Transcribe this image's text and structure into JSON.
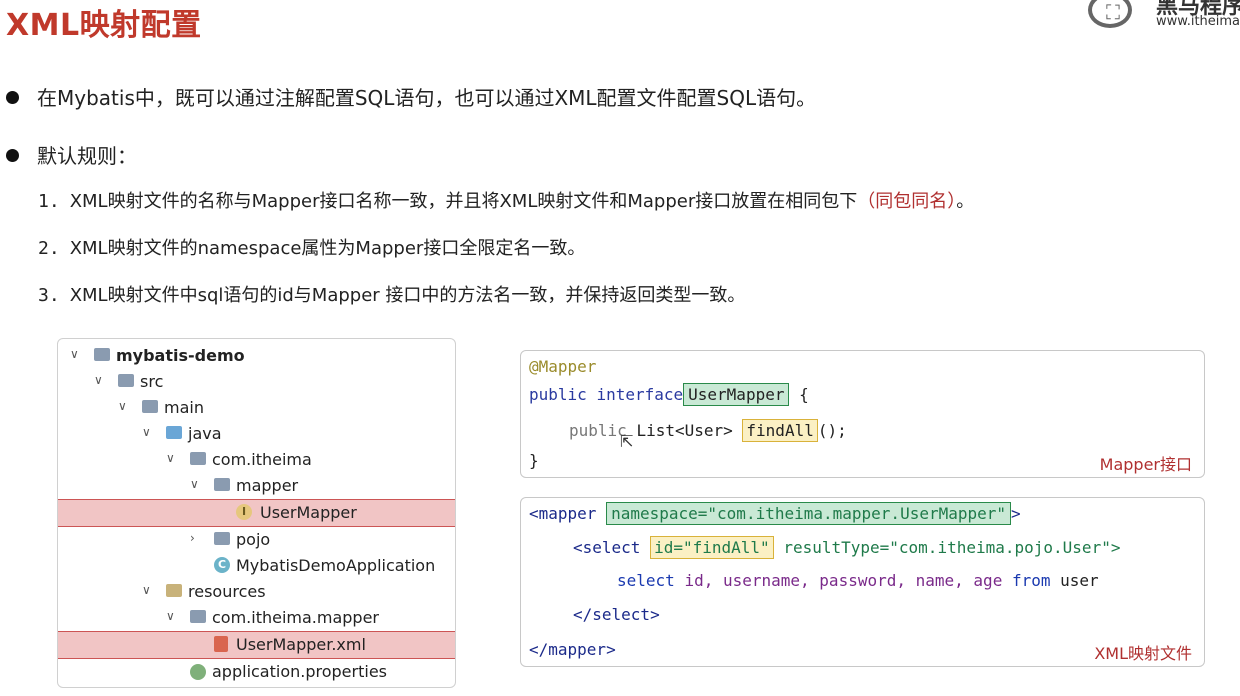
{
  "title": "XML映射配置",
  "logo": {
    "cn": "黑马程序员",
    "url": "www.itheima.com"
  },
  "bullets": {
    "b1": "在Mybatis中，既可以通过注解配置SQL语句，也可以通过XML配置文件配置SQL语句。",
    "b2": "默认规则："
  },
  "rules": [
    {
      "num": "1.",
      "text": "XML映射文件的名称与Mapper接口名称一致，并且将XML映射文件和Mapper接口放置在相同包下",
      "red": "（同包同名）",
      "tail": "。"
    },
    {
      "num": "2.",
      "text": "XML映射文件的namespace属性为Mapper接口全限定名一致。"
    },
    {
      "num": "3.",
      "text": "XML映射文件中sql语句的id与Mapper 接口中的方法名一致，并保持返回类型一致。"
    }
  ],
  "tree": {
    "items": [
      {
        "label": "mybatis-demo"
      },
      {
        "label": "src"
      },
      {
        "label": "main"
      },
      {
        "label": "java"
      },
      {
        "label": "com.itheima"
      },
      {
        "label": "mapper"
      },
      {
        "label": "UserMapper"
      },
      {
        "label": "pojo"
      },
      {
        "label": "MybatisDemoApplication"
      },
      {
        "label": "resources"
      },
      {
        "label": "com.itheima.mapper"
      },
      {
        "label": "UserMapper.xml"
      },
      {
        "label": "application.properties"
      }
    ]
  },
  "mapper_code": {
    "annotation": "@Mapper",
    "public": "public",
    "interface": "interface",
    "class_name": "UserMapper",
    "open_brace": "{",
    "m_public": "public",
    "m_type": "List<User>",
    "m_name": "findAll",
    "m_tail": "();",
    "close_brace": "}",
    "caption": "Mapper接口"
  },
  "xml_code": {
    "open_tag": "<mapper",
    "namespace": "namespace=\"com.itheima.mapper.UserMapper\"",
    "gt": ">",
    "select_open": "<select",
    "id_attr": "id=\"findAll\"",
    "result_attr": "resultType=\"com.itheima.pojo.User\">",
    "sql_select": "select",
    "sql_cols": "id, username, password, name, age",
    "sql_from": "from",
    "sql_table": "user",
    "select_close": "</select>",
    "close_tag": "</mapper>",
    "caption": "XML映射文件"
  }
}
